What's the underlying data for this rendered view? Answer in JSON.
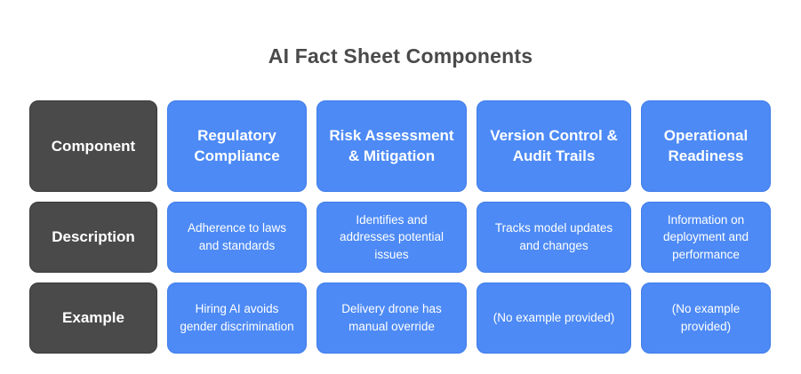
{
  "title": "AI Fact Sheet Components",
  "colors": {
    "blue": "#4d8af5",
    "dark": "#4a4a4a",
    "title_text": "#4a4a4a",
    "cell_text": "#ffffff"
  },
  "grid": {
    "row_labels": [
      "Component",
      "Description",
      "Example"
    ],
    "columns": [
      {
        "header": "Regulatory Compliance",
        "description": "Adherence to laws and standards",
        "example": "Hiring AI avoids gender discrimination"
      },
      {
        "header": "Risk Assessment & Mitigation",
        "description": "Identifies and addresses potential issues",
        "example": "Delivery drone has manual override"
      },
      {
        "header": "Version Control & Audit Trails",
        "description": "Tracks model updates and changes",
        "example": "(No example provided)"
      },
      {
        "header": "Operational Readiness",
        "description": "Information on deployment and performance",
        "example": "(No example provided)"
      }
    ]
  }
}
